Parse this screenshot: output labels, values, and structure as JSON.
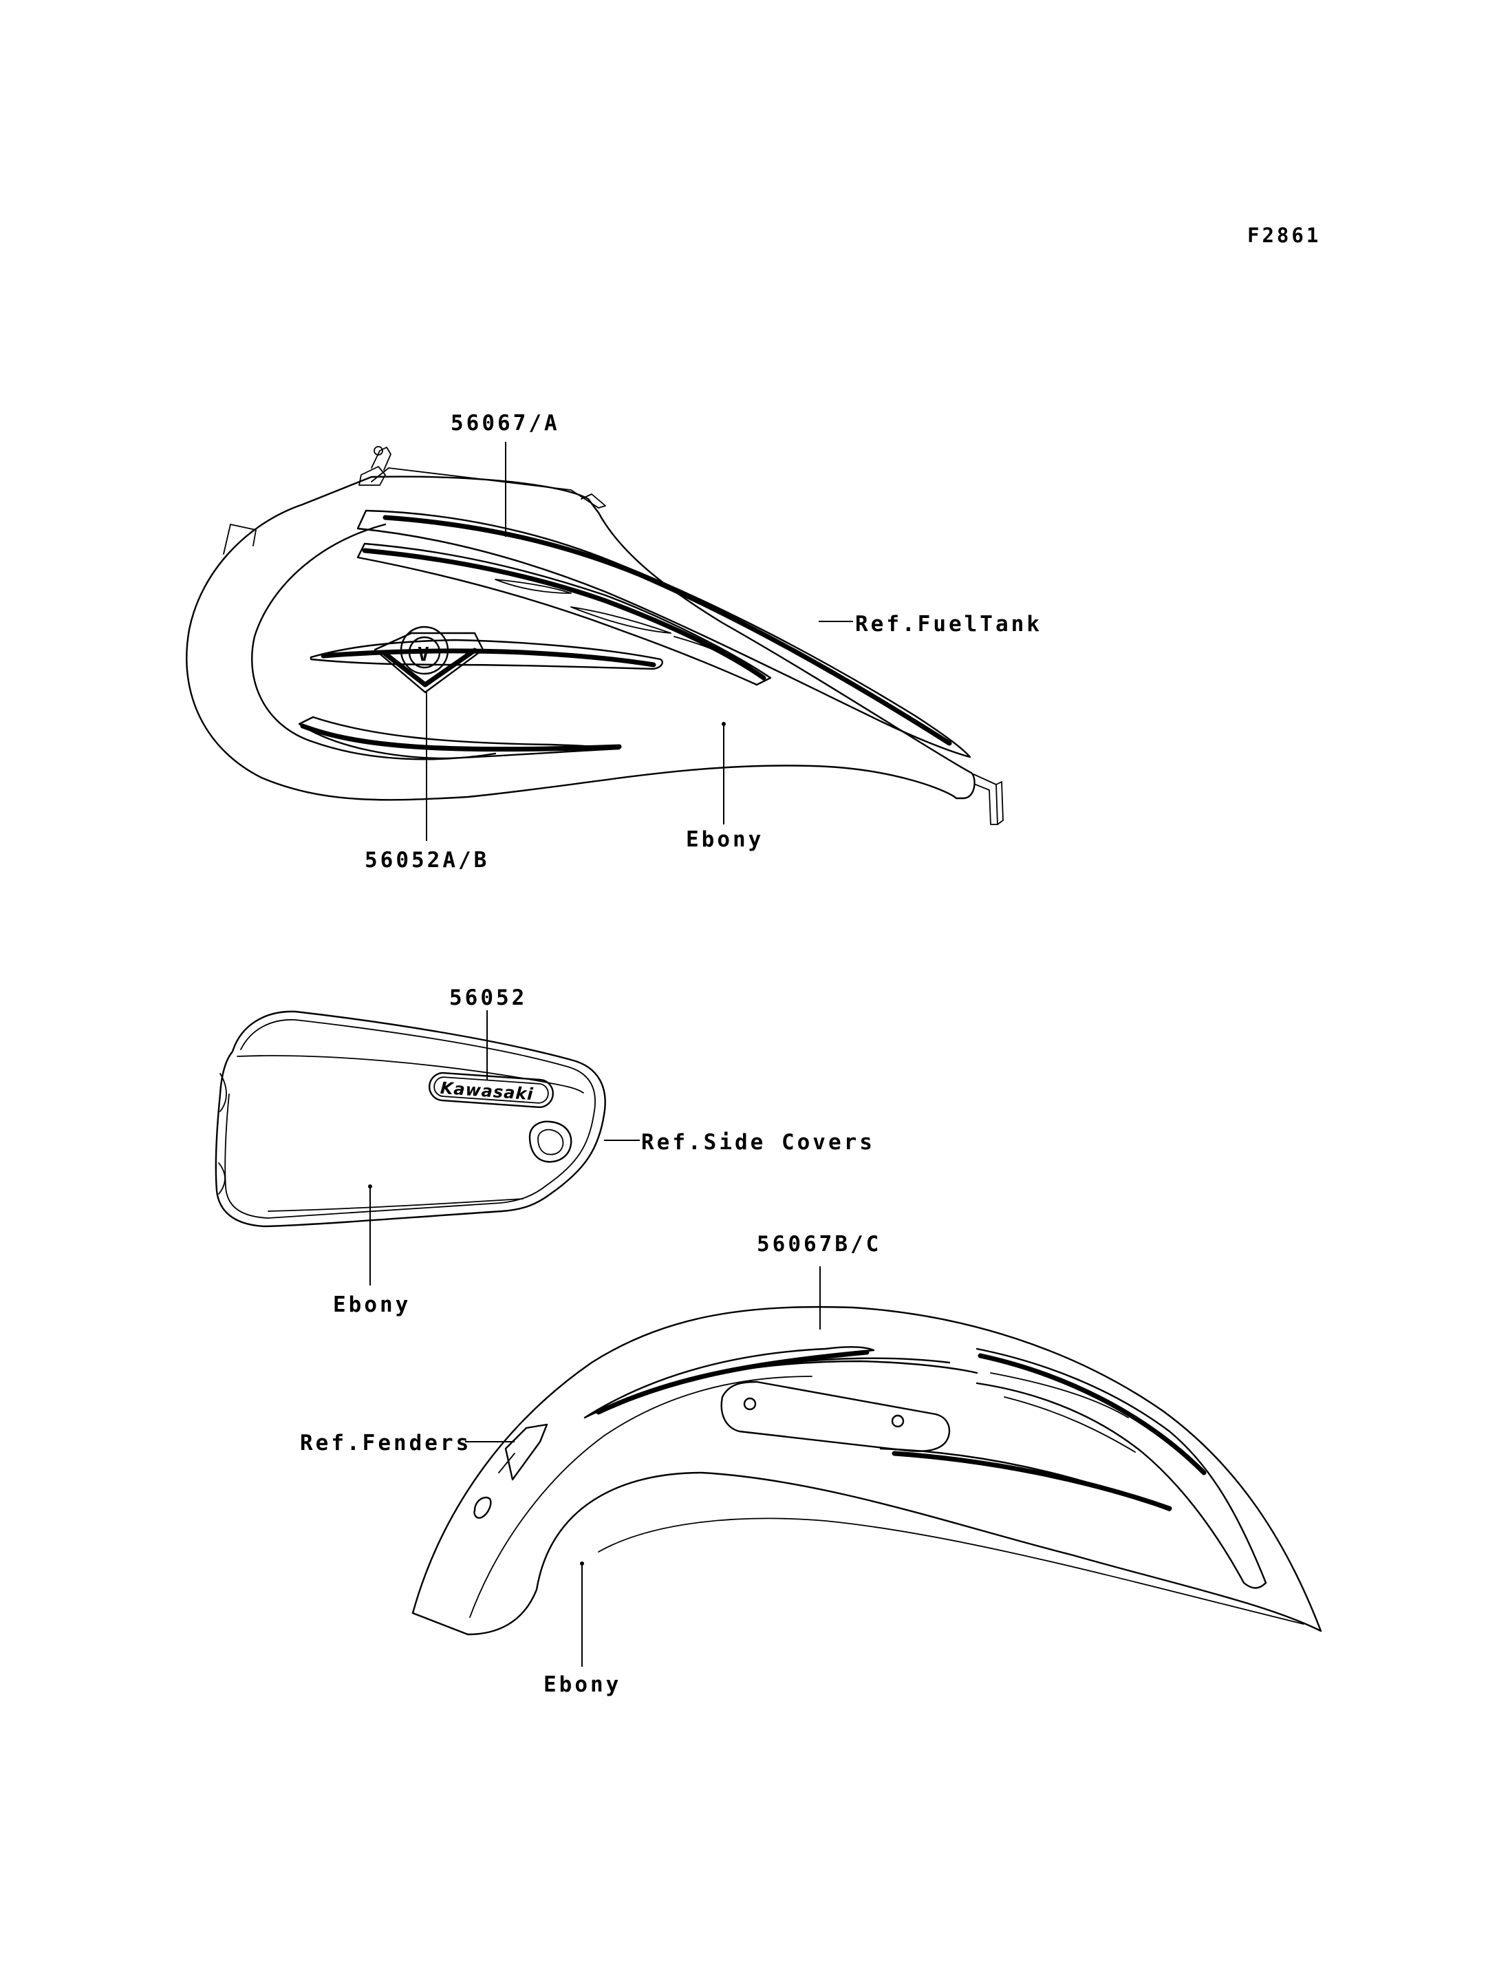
{
  "figure_code": "F2861",
  "callouts": {
    "tank_stripe": "56067/A",
    "tank_ref": "Ref.FuelTank",
    "tank_emblem": "56052A/B",
    "tank_color": "Ebony",
    "cover_emblem": "56052",
    "cover_ref": "Ref.Side Covers",
    "cover_color": "Ebony",
    "fender_stripe": "56067B/C",
    "fender_ref": "Ref.Fenders",
    "fender_color": "Ebony"
  },
  "logo_text": "Kawasaki",
  "emblem_letter": "V",
  "line_color": "#000000",
  "background_color": "#ffffff"
}
